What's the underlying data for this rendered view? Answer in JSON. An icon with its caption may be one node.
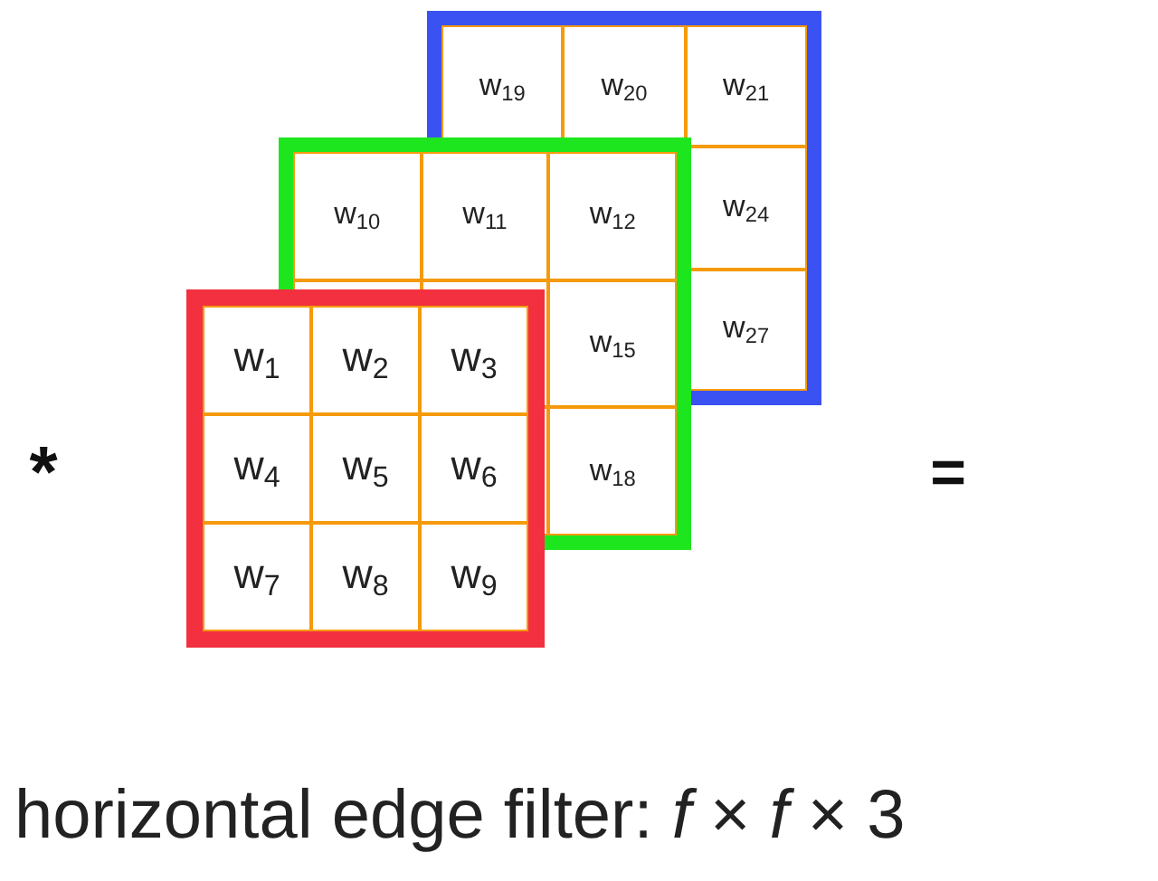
{
  "diagram": {
    "caption": "horizontal edge filter: *f* × *f* × 3",
    "labels": [
      "w$_{19}$",
      "w$_{20}$",
      "w$_{21}$",
      "w$_{10}$",
      "w$_{11}$",
      "w$_{12}$",
      "w$_{24}$",
      "w$_{15}$",
      "w$_{27}$",
      "w$_{1}$",
      "w$_{2}$",
      "w$_{3}$",
      "*",
      "w$_{4}$",
      "w$_{5}$",
      "w$_{6}$",
      "w$_{18}$",
      "=",
      "w$_{7}$",
      "w$_{8}$",
      "w$_{9}$"
    ]
  }
}
